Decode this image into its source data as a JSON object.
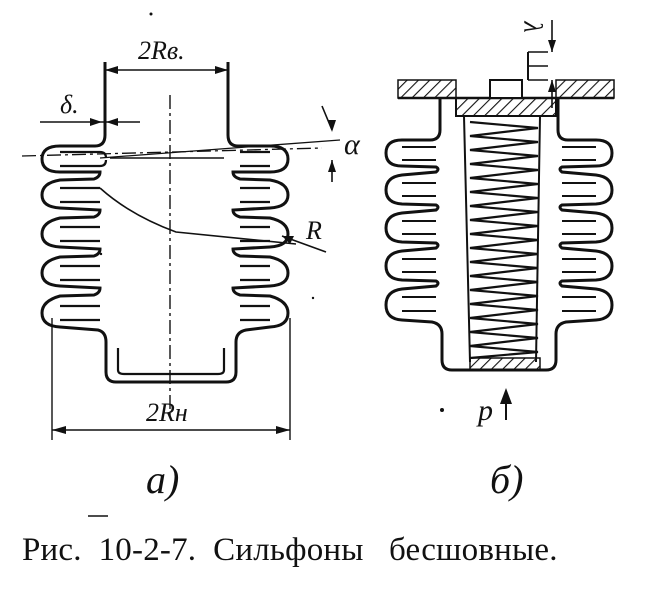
{
  "labels": {
    "inner_diameter": "2Rв.",
    "wall_thickness": "δ.",
    "angle": "α",
    "radius": "R",
    "outer_diameter": "2Rн",
    "stroke": "λ",
    "force": "p",
    "panel_a": "а)",
    "panel_b": "б)"
  },
  "caption": "Рис.  10-2-7.  Сильфоны   бесшовные."
}
